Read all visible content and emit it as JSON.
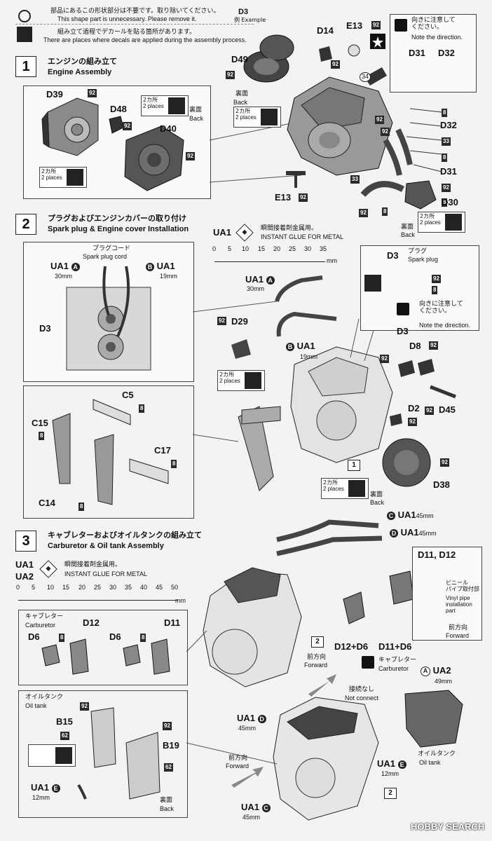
{
  "header": {
    "line1_jp": "部品にあるこの形状部分は不要です。取り除いてください。",
    "line1_en": "This shape part is unnecessary. Please remove it.",
    "ex_part": "D3",
    "ex_label": "例 Example",
    "line2_jp": "組み立て過程でデカールを貼る箇所があります。",
    "line2_en": "There are places where decals are applied during the assembly process."
  },
  "step1": {
    "num": "1",
    "title_jp": "エンジンの組み立て",
    "title_en": "Engine Assembly",
    "note_jp": "向きに注意して\nください。",
    "note_en": "Note the direction.",
    "parts": {
      "D14": "D14",
      "E13a": "E13",
      "D49": "D49",
      "D39": "D39",
      "D48": "D48",
      "D40": "D40",
      "D31a": "D31",
      "D32a": "D32",
      "D32b": "D32",
      "D31b": "D31",
      "D30": "D30",
      "E13b": "E13"
    },
    "nums": {
      "n92": "92",
      "n8": "8",
      "n33": "33",
      "n34": "34"
    },
    "places": "2カ所",
    "places_en": "2 places",
    "back_jp": "裏面",
    "back_en": "Back"
  },
  "step2": {
    "num": "2",
    "title_jp": "プラグおよびエンジンカバーの取り付け",
    "title_en": "Spark plug & Engine cover Installation",
    "glue": "UA1",
    "glue_jp": "瞬間接着剤金属用。",
    "glue_en": "INSTANT GLUE  FOR METAL",
    "ruler_ticks": [
      "0",
      "5",
      "10",
      "15",
      "20",
      "25",
      "30",
      "35"
    ],
    "ruler_unit": "mm",
    "cord_jp": "プラグコード",
    "cord_en": "Spark plug cord",
    "ua1": "UA1",
    "len30": "30mm",
    "len19": "19mm",
    "D3": "D3",
    "plug_jp": "プラグ",
    "plug_en": "Spark plug",
    "note_jp": "向きに注意して\nください。",
    "note_en": "Note the direction.",
    "parts": {
      "D29": "D29",
      "C5": "C5",
      "C15": "C15",
      "C17": "C17",
      "C14": "C14",
      "D8": "D8",
      "D2": "D2",
      "D45": "D45",
      "D38": "D38"
    },
    "ref": "1",
    "back_jp": "裏面",
    "back_en": "Back",
    "places": "2カ所",
    "places_en": "2 places"
  },
  "step3": {
    "num": "3",
    "title_jp": "キャブレターおよびオイルタンクの組み立て",
    "title_en": "Carburetor & Oil tank Assembly",
    "glue1": "UA1",
    "glue2": "UA2",
    "glue_jp": "瞬間接着剤金属用。",
    "glue_en": "INSTANT GLUE   FOR METAL",
    "ruler_ticks": [
      "0",
      "5",
      "10",
      "15",
      "20",
      "25",
      "30",
      "35",
      "40",
      "45",
      "50"
    ],
    "ruler_unit": "mm",
    "len45": "45mm",
    "len49": "49mm",
    "len12": "12mm",
    "carb_jp": "キャブレター",
    "carb_en": "Carburetor",
    "parts": {
      "D12": "D12",
      "D11": "D11",
      "D6": "D6",
      "D11D12": "D11, D12",
      "D12D6": "D12+D6",
      "D11D6": "D11+D6",
      "B15": "B15",
      "B19": "B19"
    },
    "vinyl_jp": "ビニール\nパイプ取付部",
    "vinyl_en": "Vinyl pipe\ninstallation\npart",
    "fwd_jp": "前方向",
    "fwd_en": "Forward",
    "ref": "2",
    "oil_jp": "オイルタンク",
    "oil_en": "Oil tank",
    "nc_jp": "接続なし",
    "nc_en": "Not connect",
    "back_jp": "裏面",
    "back_en": "Back",
    "ua1": "UA1",
    "ua2": "UA2"
  },
  "watermark": "HOBBY SEARCH"
}
